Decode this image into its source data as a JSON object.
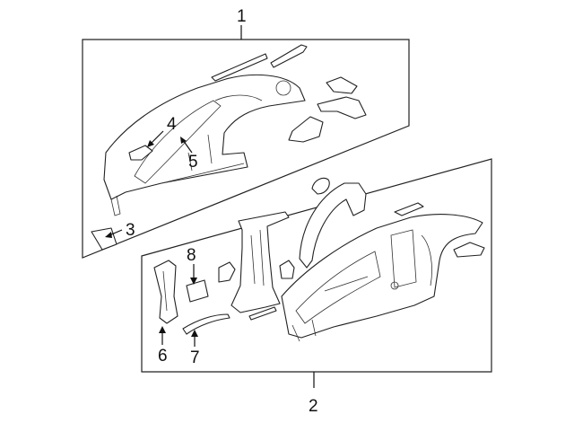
{
  "callouts": {
    "c1": "1",
    "c2": "2",
    "c3": "3",
    "c4": "4",
    "c5": "5",
    "c6": "6",
    "c7": "7",
    "c8": "8"
  },
  "colors": {
    "line": "#222222",
    "background": "#ffffff"
  }
}
